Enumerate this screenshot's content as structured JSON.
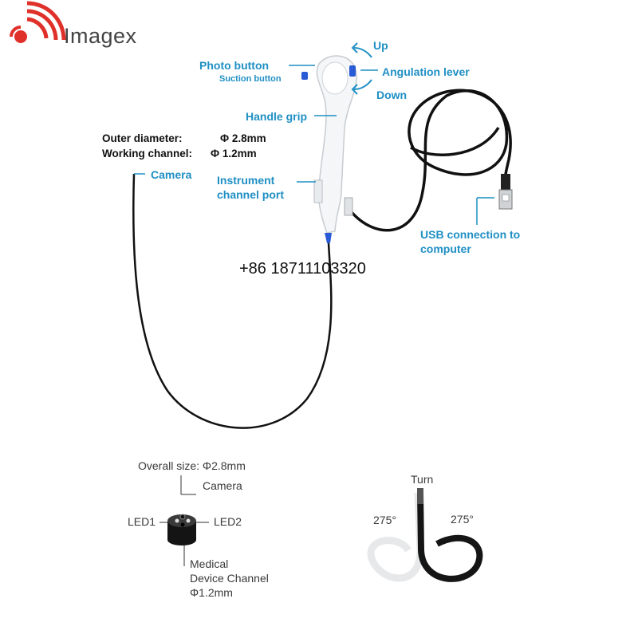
{
  "brand": {
    "name": "Imagex",
    "color": "#e0302a"
  },
  "labels": {
    "photo_button": "Photo button",
    "suction_button": "Suction button",
    "up": "Up",
    "angulation_lever": "Angulation lever",
    "down": "Down",
    "handle_grip": "Handle grip",
    "camera": "Camera",
    "instrument_channel_port_line1": "Instrument",
    "instrument_channel_port_line2": "channel port",
    "usb_line1": "USB connection to",
    "usb_line2": "computer"
  },
  "specs": {
    "outer_diameter_label": "Outer diameter:",
    "outer_diameter_value": "Φ 2.8mm",
    "working_channel_label": "Working channel:",
    "working_channel_value": "Φ 1.2mm"
  },
  "phone": "+86 18711103320",
  "tip_detail": {
    "overall_size": "Overall size: Φ2.8mm",
    "camera": "Camera",
    "led1": "LED1",
    "led2": "LED2",
    "channel_line1": "Medical",
    "channel_line2": "Device Channel",
    "channel_line3": "Φ1.2mm"
  },
  "turn_detail": {
    "title": "Turn",
    "left_angle": "275°",
    "right_angle": "275°"
  },
  "colors": {
    "label_blue": "#1f8fc4",
    "accent_blue": "#2a5bd7"
  }
}
